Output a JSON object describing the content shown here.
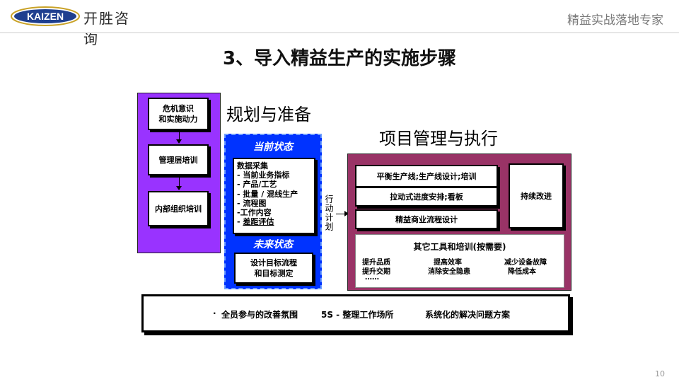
{
  "header": {
    "logo_latin": "KAIZEN",
    "logo_cn": "开胜咨询",
    "tagline": "精益实战落地专家"
  },
  "title": "3、导入精益生产的实施步骤",
  "planning": {
    "heading": "规划与准备",
    "boxes": [
      "危机意识\n和实施动力",
      "管理层培训",
      "内部组织培训"
    ]
  },
  "current_future": {
    "current_label": "当前状态",
    "data_items": [
      "数据采集",
      "-  当前业务指标",
      "-  产品/工艺",
      "-  批量 / 混线生产",
      "-  流程图",
      "-工作内容",
      "-"
    ],
    "gap_item": "差距评估",
    "future_label": "未来状态",
    "future_box": "设计目标流程\n和目标测定"
  },
  "action_plan_label": "行动计划",
  "execution": {
    "heading": "项目管理与执行",
    "bars": [
      "平衡生产线;生产线设计;培训",
      "拉动式进度安排;看板",
      "精益商业流程设计"
    ],
    "continuous": "持续改进",
    "tools_title": "其它工具和培训(按需要)",
    "tools": [
      "提升品质",
      "提高效率",
      "减少设备故障",
      "提升交期",
      "消除安全隐患",
      "降低成本",
      "……"
    ]
  },
  "bottom": {
    "bullet": "·",
    "items": [
      "全员参与的改善氛围",
      "5S - 整理工作场所",
      "系统化的解决问题方案"
    ]
  },
  "page_number": "10"
}
